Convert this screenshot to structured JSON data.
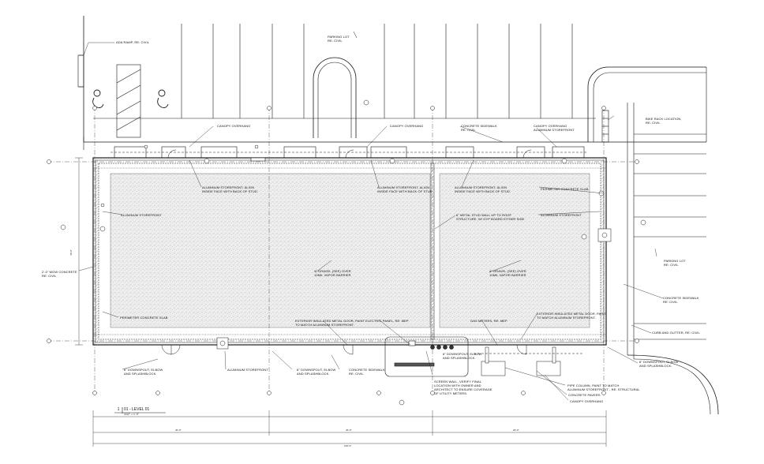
{
  "drawing": {
    "view_title": {
      "number": "1",
      "name": "01 - LEVEL 01",
      "scale": "3/32\" = 1'-0\""
    },
    "labels": [
      {
        "id": "ada-ramp",
        "text": "ADA RAMP, RE: CIVIL"
      },
      {
        "id": "parking-lot-top",
        "text": "PARKING LOT\nRE: CIVIL"
      },
      {
        "id": "canopy-overhang-1",
        "text": "CANOPY OVERHANG"
      },
      {
        "id": "canopy-overhang-2",
        "text": "CANOPY OVERHANG"
      },
      {
        "id": "concrete-sidewalk-top",
        "text": "CONCRETE SIDEWALK\nRE: CIVIL"
      },
      {
        "id": "canopy-overhang-3",
        "text": "CANOPY OVERHANG\nALUMINUM STOREFRONT"
      },
      {
        "id": "bike-rack",
        "text": "BIKE RACK LOCATION,\nRE: CIVIL"
      },
      {
        "id": "alum-storefront-align-1",
        "text": "ALUMINUM STOREFRONT, ALIGN\nINSIDE FACE WITH BACK OF STUD."
      },
      {
        "id": "alum-storefront-align-2",
        "text": "ALUMINUM STOREFRONT, ALIGN\nINSIDE FACE WITH BACK OF STUD."
      },
      {
        "id": "alum-storefront-align-3",
        "text": "ALUMINUM STOREFRONT, ALIGN\nINSIDE FACE WITH BACK OF STUD."
      },
      {
        "id": "perimeter-slab-top",
        "text": "PERIMETER CONCRETE SLAB"
      },
      {
        "id": "alum-storefront-left",
        "text": "ALUMINUM STOREFRONT"
      },
      {
        "id": "metal-stud-wall",
        "text": "6\" METAL STUD WALL UP TO ROOF\nSTRUCTURE, W/ GYP BOARD EITHER SIDE."
      },
      {
        "id": "alum-storefront-right",
        "text": "ALUMINUM STOREFRONT"
      },
      {
        "id": "mow-concrete",
        "text": "2'-0\" MOW CONCRETE\nRE: CIVIL"
      },
      {
        "id": "gravel-1",
        "text": "4\" GRAVEL (SEE) OVER\n10MIL VAPOR BARRIER"
      },
      {
        "id": "gravel-2",
        "text": "4\" GRAVEL (SEE) OVER\n10MIL VAPOR BARRIER"
      },
      {
        "id": "parking-lot-right",
        "text": "PARKING LOT\nRE: CIVIL"
      },
      {
        "id": "concrete-sidewalk-right",
        "text": "CONCRETE SIDEWALK\nRE: CIVIL"
      },
      {
        "id": "perimeter-slab-bottom",
        "text": "PERIMETER CONCRETE SLAB"
      },
      {
        "id": "metal-door-1",
        "text": "EXTERIOR INSULATED METAL DOOR, PAINT\nTO MATCH ALUMINUM STOREFRONT."
      },
      {
        "id": "electric-panel",
        "text": "ELECTRIC PANEL, RE: MEP"
      },
      {
        "id": "gas-meters",
        "text": "GAS METERS, RE: MEP"
      },
      {
        "id": "metal-door-2",
        "text": "EXTERIOR INSULATED METAL DOOR, PAINT\nTO MATCH ALUMINUM STOREFRONT."
      },
      {
        "id": "curb-gutter",
        "text": "CURB AND GUTTER, RE: CIVIL"
      },
      {
        "id": "downspout-1",
        "text": "6\" DOWNSPOUT, ELBOW\nAND SPLASHBLOCK."
      },
      {
        "id": "alum-storefront-bottom",
        "text": "ALUMINUM STOREFRONT"
      },
      {
        "id": "downspout-2",
        "text": "6\" DOWNSPOUT, ELBOW\nAND SPLASHBLOCK."
      },
      {
        "id": "concrete-sidewalk-bottom",
        "text": "CONCRETE SIDEWALK\nRE: CIVIL"
      },
      {
        "id": "downspout-3",
        "text": "6\" DOWNSPOUT, ELBOW\nAND SPLASHBLOCK."
      },
      {
        "id": "screen-wall",
        "text": "SCREEN WALL, VERIFY FINAL\nLOCATION WITH OWNER AND\nARCHITECT TO ENSURE COVERAGE\nOF UTILITY METERS."
      },
      {
        "id": "pipe-column",
        "text": "PIPE COLUMN, PAINT TO MATCH\nALUMINUM STOREFRONT - RE: STRUCTURAL"
      },
      {
        "id": "concrete-pavers",
        "text": "CONCRETE PAVERS"
      },
      {
        "id": "canopy-overhang-4",
        "text": "CANOPY OVERHANG"
      },
      {
        "id": "downspout-4",
        "text": "6\" DOWNSPOUT, ELBOW\nAND SPLASHBLOCK."
      }
    ],
    "dimensions": [
      {
        "id": "dim-overall",
        "text": "100'-0\""
      },
      {
        "id": "dim-sub-1",
        "text": "40'-0\""
      },
      {
        "id": "dim-sub-2",
        "text": "40'-0\""
      },
      {
        "id": "dim-sub-3",
        "text": "20'-0\""
      },
      {
        "id": "dim-height",
        "text": "40'-0\""
      }
    ],
    "colors": {
      "line": "#1a1a1a",
      "hatch": "#c8c8c8",
      "slab": "#ececec"
    }
  }
}
